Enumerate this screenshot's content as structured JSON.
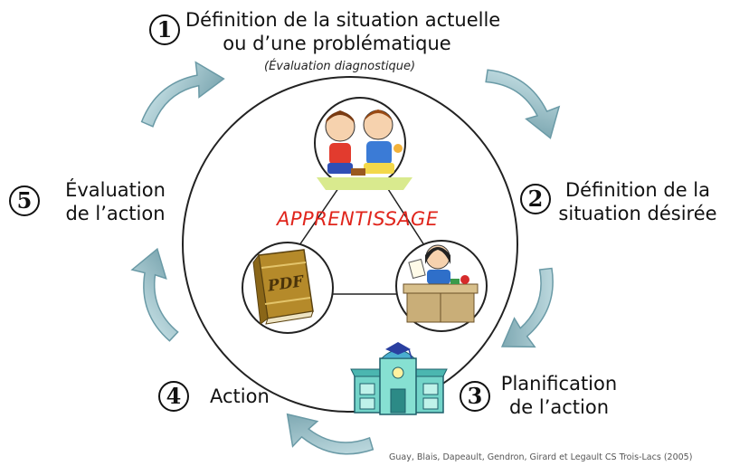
{
  "steps": [
    {
      "number": "1",
      "line1": "Définition de la situation actuelle",
      "line2": "ou d’une problématique",
      "note": "(Évaluation diagnostique)"
    },
    {
      "number": "2",
      "line1": "Définition de la",
      "line2": "situation désirée"
    },
    {
      "number": "3",
      "line1": "Planification",
      "line2": "de l’action"
    },
    {
      "number": "4",
      "line1": "Action"
    },
    {
      "number": "5",
      "line1": "Évaluation",
      "line2": "de l’action"
    }
  ],
  "center": {
    "label": "APPRENTISSAGE"
  },
  "book": {
    "label": "PDF"
  },
  "credit": "Guay, Blais, Dapeault, Gendron, Girard et Legault CS Trois-Lacs (2005)",
  "colors": {
    "arrow_fill": "#9fc4cc",
    "arrow_stroke": "#6a9aa6",
    "center_label": "#e0251c",
    "circle_stroke": "#222222"
  },
  "icons": [
    "children-icon",
    "book-icon",
    "teacher-icon",
    "school-icon"
  ]
}
